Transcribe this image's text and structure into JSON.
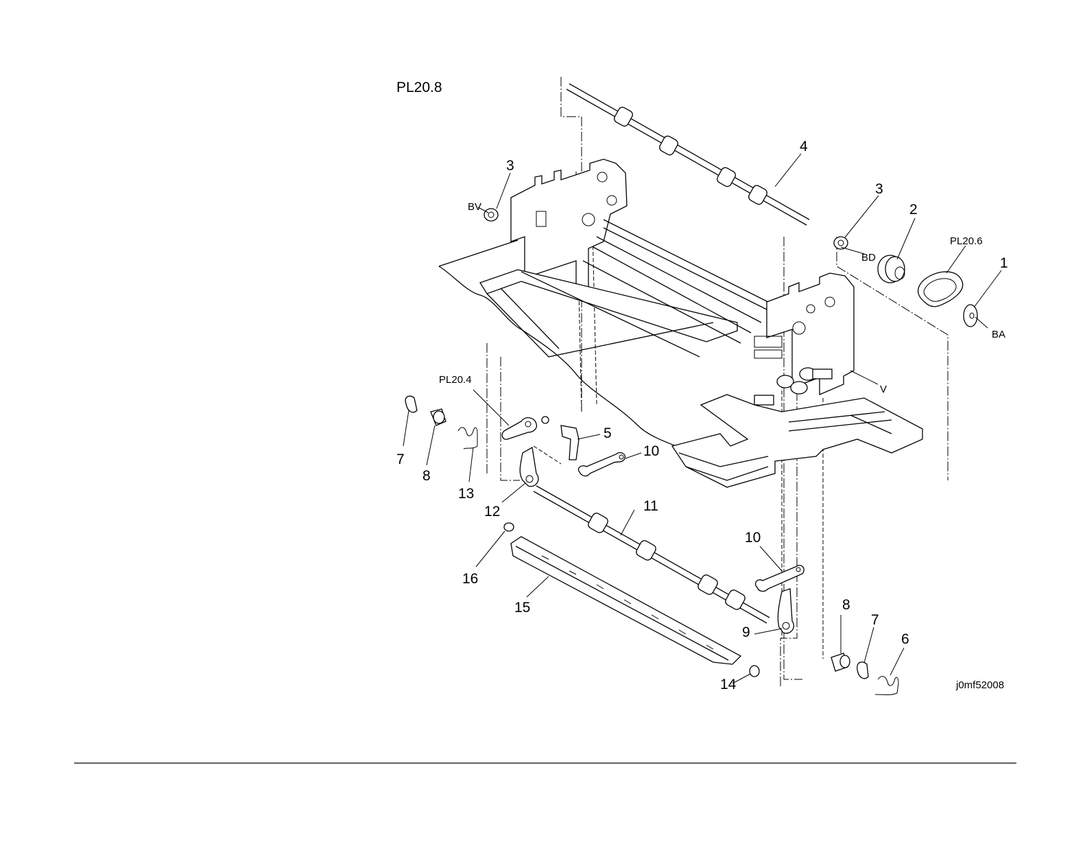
{
  "diagram": {
    "plate_title": "PL20.8",
    "figure_code": "j0mf52008",
    "references": {
      "pl20_6": "PL20.6",
      "pl20_4": "PL20.4"
    },
    "connection_codes": {
      "bv": "BV",
      "bd": "BD",
      "ba": "BA",
      "v": "V"
    },
    "callouts": {
      "c1": "1",
      "c2": "2",
      "c3_left": "3",
      "c3_right": "3",
      "c4": "4",
      "c5": "5",
      "c6": "6",
      "c7_left": "7",
      "c7_right": "7",
      "c8_left": "8",
      "c8_right": "8",
      "c9": "9",
      "c10_upper": "10",
      "c10_lower": "10",
      "c11": "11",
      "c12": "12",
      "c13": "13",
      "c14": "14",
      "c15": "15",
      "c16": "16"
    }
  }
}
